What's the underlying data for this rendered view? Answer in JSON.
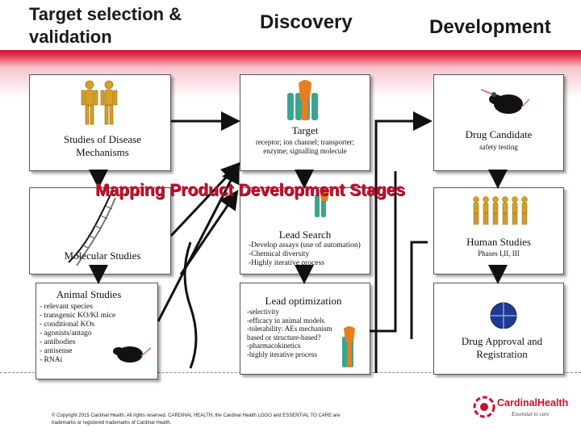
{
  "headers": {
    "target_selection": "Target selection & validation",
    "discovery": "Discovery",
    "development": "Development"
  },
  "overlay_title": "Mapping Product Development Stages",
  "boxes": {
    "disease": {
      "label": "Studies of Disease Mechanisms"
    },
    "target": {
      "label": "Target",
      "detail": "receptor; ion channel; transporter; enzyme; signalling molecule"
    },
    "drug_candidate": {
      "label": "Drug Candidate",
      "detail": "safety testing"
    },
    "molecular": {
      "label": "Molecular Studies"
    },
    "lead_search": {
      "label": "Lead Search",
      "items": [
        "-Develop assays (use of automation)",
        "-Chemical diversity",
        "-Highly iterative process"
      ]
    },
    "human": {
      "label": "Human Studies",
      "detail": "Phases I,II, III"
    },
    "animal": {
      "label": "Animal Studies",
      "items": [
        "- relevant species",
        "- transgenic KO/KI mice",
        "- conditional KOs",
        "- agonists/antago",
        "- antibodies",
        "- antisense",
        "- RNAi"
      ]
    },
    "lead_opt": {
      "label": "Lead optimization",
      "items": [
        "-selectivity",
        "-efficacy in animal models",
        "-tolerability: AEs mechanism",
        " based or structure-based?",
        "-pharmacokinetics",
        "-highly iterative process"
      ]
    },
    "approval": {
      "label": "Drug Approval and Registration"
    }
  },
  "copyright": "© Copyright 2015 Cardinal Health. All rights reserved. CARDINAL HEALTH, the Cardinal Health LOGO and ESSENTIAL TO CARE are trademarks or registered trademarks of Cardinal Health.",
  "logo": {
    "name": "CardinalHealth",
    "tagline": "Essential to care"
  },
  "colors": {
    "band_red": "#c8102e",
    "title_red": "#c8102e",
    "receptor_teal": "#3aa58e",
    "ligand_orange": "#e67e22",
    "mouse": "#111111",
    "figure_gold": "#d7a022",
    "logo_red": "#c8102e"
  }
}
